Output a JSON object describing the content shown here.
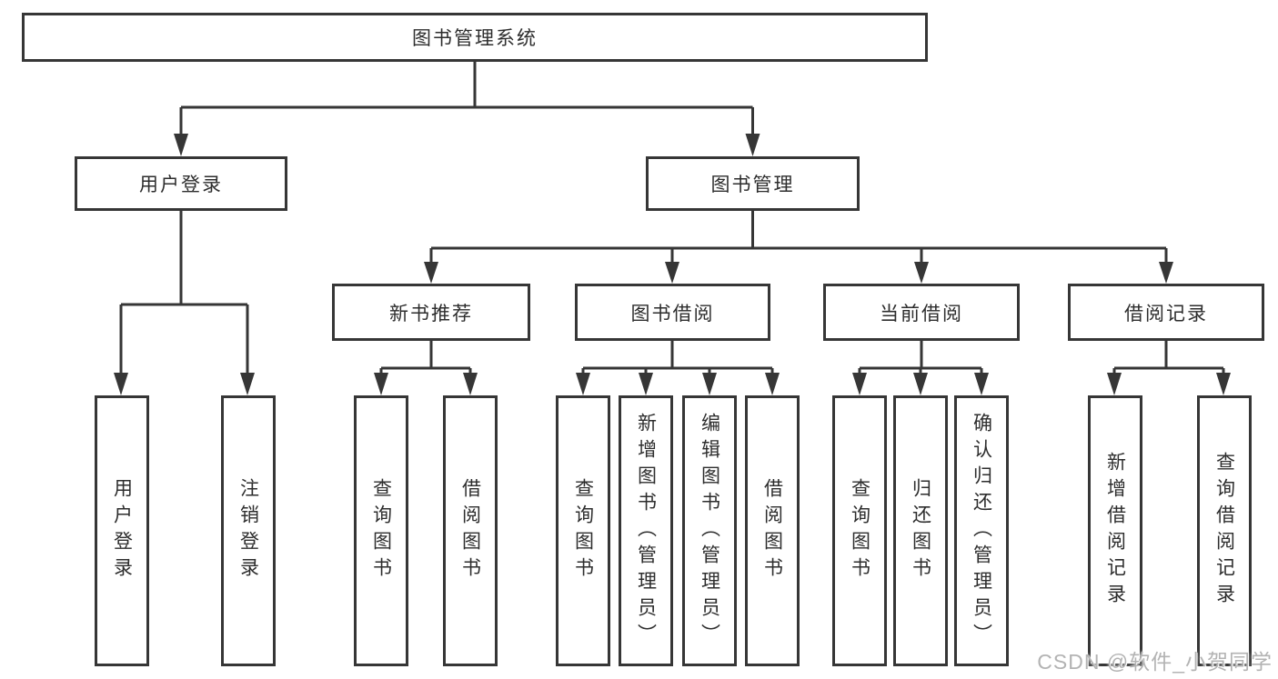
{
  "diagram": {
    "root": "图书管理系统",
    "branches": {
      "login": {
        "label": "用户登录",
        "children": [
          "用户登录",
          "注销登录"
        ]
      },
      "management": {
        "label": "图书管理",
        "sections": [
          {
            "label": "新书推荐",
            "children": [
              "查询图书",
              "借阅图书"
            ]
          },
          {
            "label": "图书借阅",
            "children": [
              "查询图书",
              "新增图书（管理员）",
              "编辑图书（管理员）",
              "借阅图书"
            ]
          },
          {
            "label": "当前借阅",
            "children": [
              "查询图书",
              "归还图书",
              "确认归还（管理员）"
            ]
          },
          {
            "label": "借阅记录",
            "children": [
              "新增借阅记录",
              "查询借阅记录"
            ]
          }
        ]
      }
    }
  },
  "watermark": {
    "text": "CSDN @软件_小贺同学"
  },
  "colors": {
    "line": "#363636",
    "text": "#2d2d2d",
    "background": "#ffffff",
    "watermark": "#b3b3b3"
  }
}
